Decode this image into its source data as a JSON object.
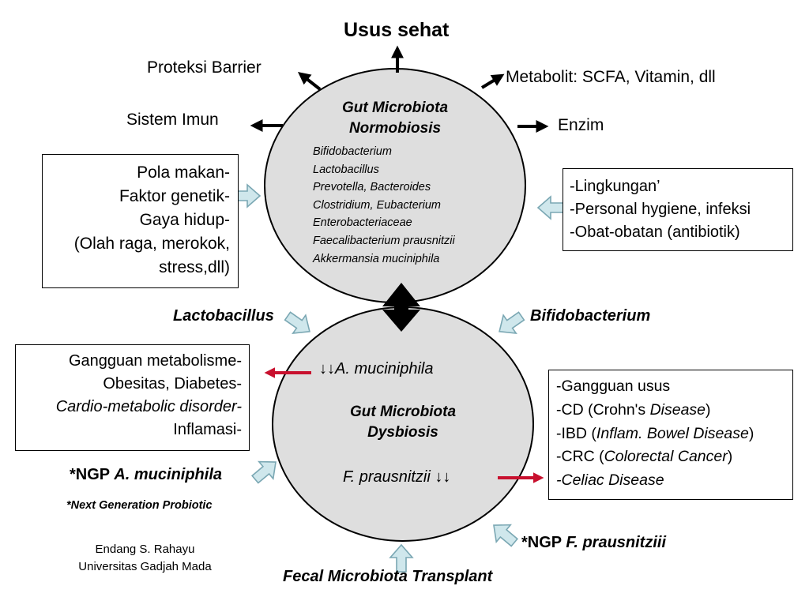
{
  "title": "Usus sehat",
  "outcomes": {
    "barrier": "Proteksi Barrier",
    "metabolit": "Metabolit: SCFA, Vitamin, dll",
    "imun": "Sistem Imun",
    "enzim": "Enzim"
  },
  "normobiosis": {
    "title_line1": "Gut Microbiota",
    "title_line2": "Normobiosis",
    "species": [
      "Bifidobacterium",
      "Lactobacillus",
      "Prevotella, Bacteroides",
      "Clostridium, Eubacterium",
      "Enterobacteriaceae",
      "Faecalibacterium prausnitzii",
      "Akkermansia muciniphila"
    ]
  },
  "host_factors": {
    "lines": [
      "Pola makan-",
      "Faktor genetik-",
      "Gaya hidup-",
      "(Olah raga, merokok,",
      "stress,dll)"
    ]
  },
  "env_factors": {
    "lines": [
      "-Lingkungan’",
      "-Personal hygiene, infeksi",
      "-Obat-obatan (antibiotik)"
    ]
  },
  "probiotics": {
    "lactobacillus": "Lactobacillus",
    "bifidobacterium": "Bifidobacterium"
  },
  "dysbiosis": {
    "title_line1": "Gut Microbiota",
    "title_line2": "Dysbiosis",
    "akk_arrows": "↓↓",
    "akk_name": "A. muciniphila",
    "fprau_name": "F. prausnitzii",
    "fprau_arrows": "↓↓"
  },
  "metabolic_box": {
    "line1": "Gangguan metabolisme-",
    "line2": "Obesitas, Diabetes-",
    "line3": "Cardio-metabolic disorder-",
    "line4": "Inflamasi-"
  },
  "intestinal_box": {
    "line1": "-Gangguan usus",
    "line2_a": "-CD (Crohn's ",
    "line2_b": "Disease",
    "line2_c": ")",
    "line3_a": "-IBD (",
    "line3_b": "Inflam. Bowel Disease",
    "line3_c": ")",
    "line4_a": "-CRC (",
    "line4_b": "Colorectal Cancer",
    "line4_c": ")",
    "line5": "-Celiac Disease"
  },
  "ngp": {
    "akk_prefix": "*NGP ",
    "akk_name": "A. muciniphila",
    "note": "*Next Generation Probiotic",
    "fp_prefix": "*NGP ",
    "fp_name": "F. prausnitziii",
    "fmt": "Fecal Microbiota Transplant"
  },
  "credit": {
    "name": "Endang S. Rahayu",
    "institution": "Universitas Gadjah Mada"
  },
  "colors": {
    "circle_fill": "#dedede",
    "inhibit_arrow": "#c8102e",
    "input_arrow_fill": "#cfe7ec",
    "input_arrow_stroke": "#7aa7b3"
  }
}
